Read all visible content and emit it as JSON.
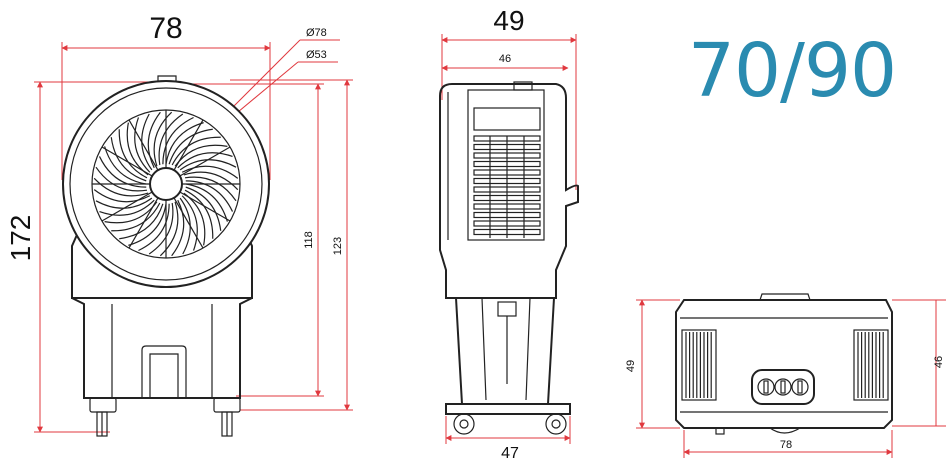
{
  "model_label": "70/90",
  "front_view": {
    "width_label": "78",
    "height_label": "172",
    "body_height_label": "118",
    "overall_height_label": "123",
    "outer_diameter_label": "Ø78",
    "inner_diameter_label": "Ø53"
  },
  "side_view": {
    "depth_label": "49",
    "inner_depth_label": "46",
    "base_label": "47"
  },
  "top_view": {
    "width_label": "78",
    "depth_label": "49",
    "right_label": "46"
  },
  "colors": {
    "dimension_line": "#e0393f",
    "model_text": "#2a8bb0",
    "outline": "#222222"
  }
}
